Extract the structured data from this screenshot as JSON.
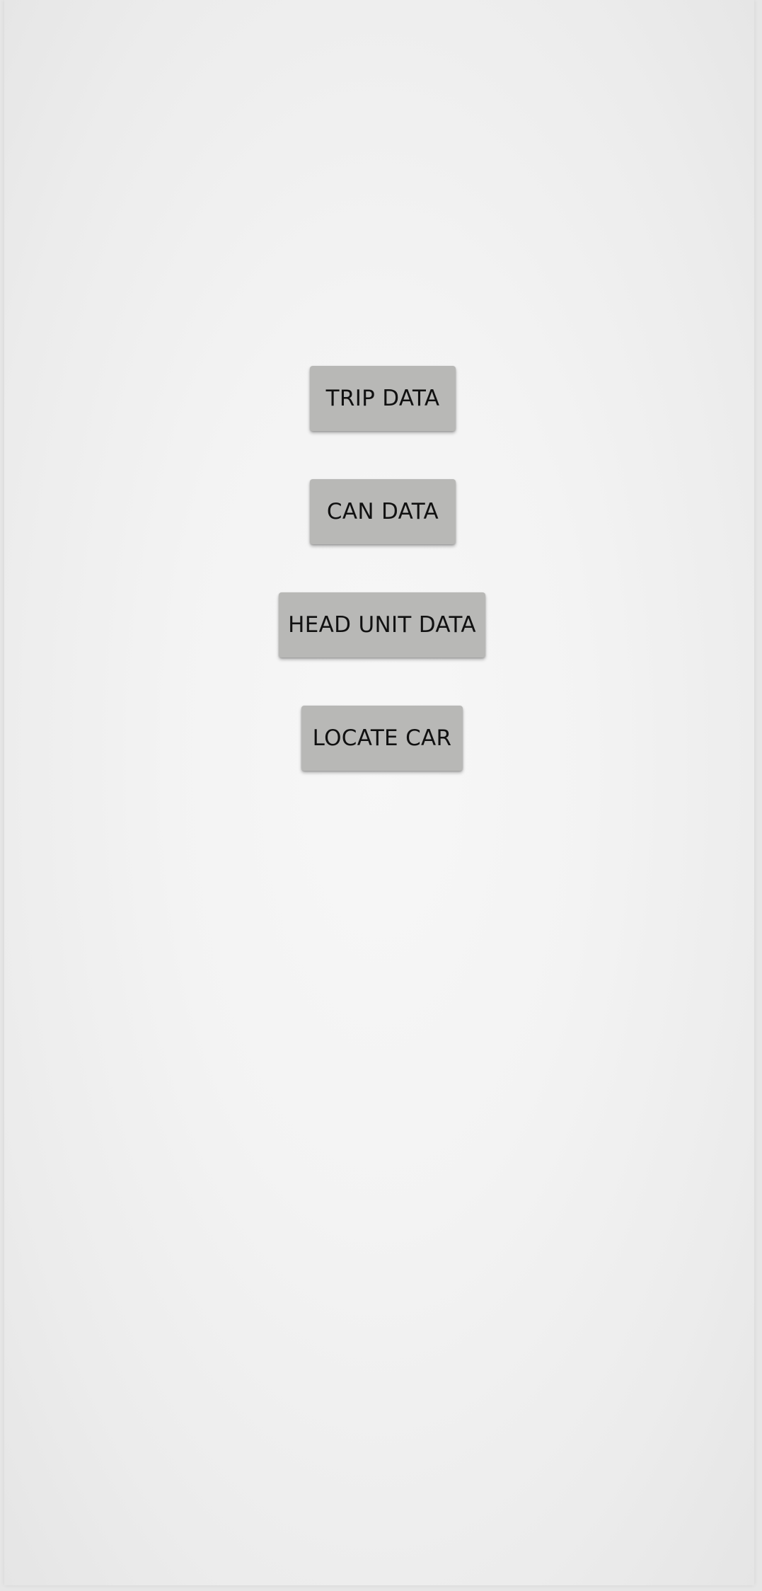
{
  "buttons": {
    "trip_data": "TRIP DATA",
    "can_data": "CAN DATA",
    "head_unit_data": "HEAD UNIT DATA",
    "locate_car": "LOCATE CAR"
  },
  "colors": {
    "button_background": "#b8b8b6",
    "button_text": "#111111",
    "screen_background": "#f3f3f3"
  }
}
